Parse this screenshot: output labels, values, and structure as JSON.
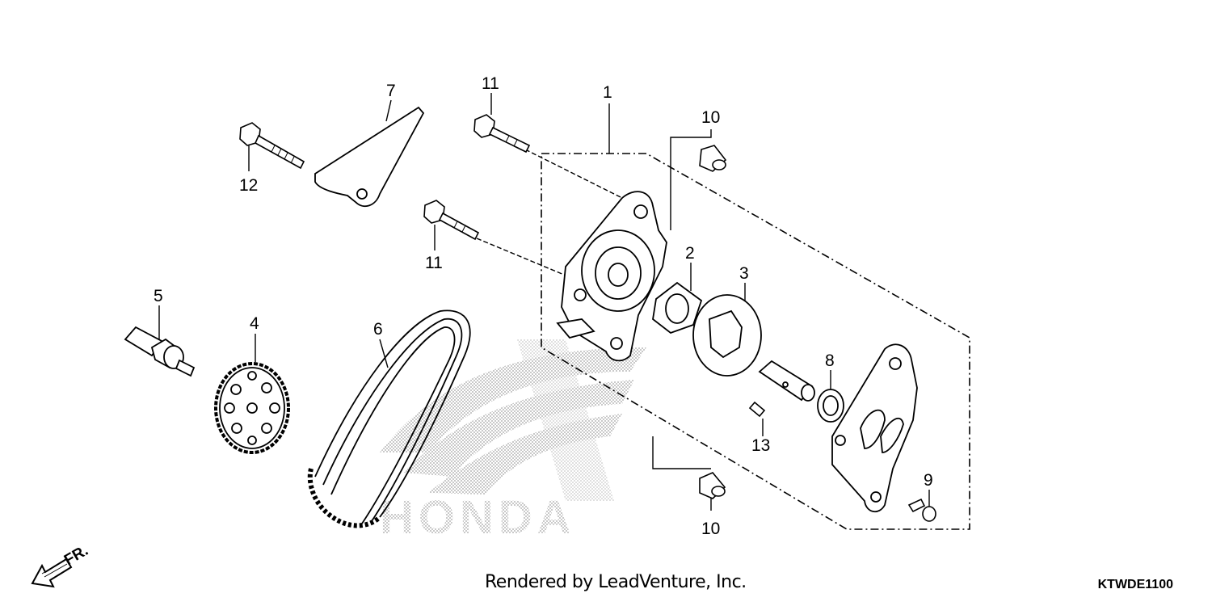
{
  "diagram": {
    "callouts": [
      "1",
      "2",
      "3",
      "4",
      "5",
      "6",
      "7",
      "8",
      "9",
      "10",
      "10",
      "11",
      "11",
      "12",
      "13"
    ],
    "watermark_text": "HONDA",
    "direction_label": "FR.",
    "credit": "Rendered by LeadVenture, Inc.",
    "diagram_code": "KTWDE1100"
  }
}
